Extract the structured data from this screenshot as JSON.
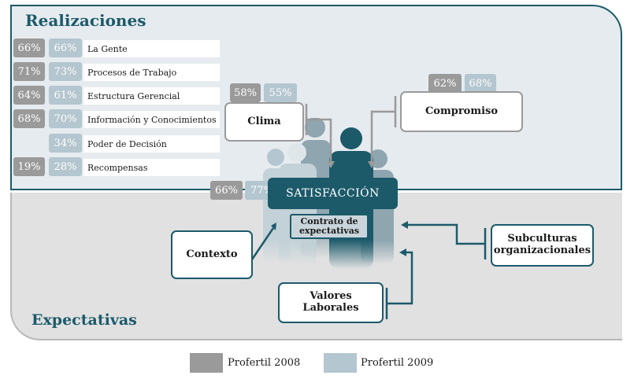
{
  "sections": {
    "realizaciones": "Realizaciones",
    "expectativas": "Expectativas"
  },
  "rows": [
    {
      "v2008": "66%",
      "v2009": "66%",
      "label": "La Gente"
    },
    {
      "v2008": "71%",
      "v2009": "73%",
      "label": "Procesos de Trabajo"
    },
    {
      "v2008": "64%",
      "v2009": "61%",
      "label": "Estructura Gerencial"
    },
    {
      "v2008": "68%",
      "v2009": "70%",
      "label": "Información y Conocimientos"
    },
    {
      "v2008": "",
      "v2009": "34%",
      "label": "Poder de Decisión"
    },
    {
      "v2008": "19%",
      "v2009": "28%",
      "label": "Recompensas"
    }
  ],
  "nodes": {
    "clima": {
      "label": "Clima",
      "v2008": "58%",
      "v2009": "55%"
    },
    "compromiso": {
      "label": "Compromiso",
      "v2008": "62%",
      "v2009": "68%"
    },
    "satisfaccion": {
      "label": "SATISFACCIÓN",
      "v2008": "66%",
      "v2009": "77%"
    },
    "contrato": "Contrato de expectativas",
    "contexto": "Contexto",
    "subculturas": "Subculturas organizacionales",
    "valores": "Valores Laborales"
  },
  "legend": [
    {
      "label": "Profertil 2008",
      "color": "#9a9a9a"
    },
    {
      "label": "Profertil 2009",
      "color": "#b4c6cf"
    }
  ]
}
